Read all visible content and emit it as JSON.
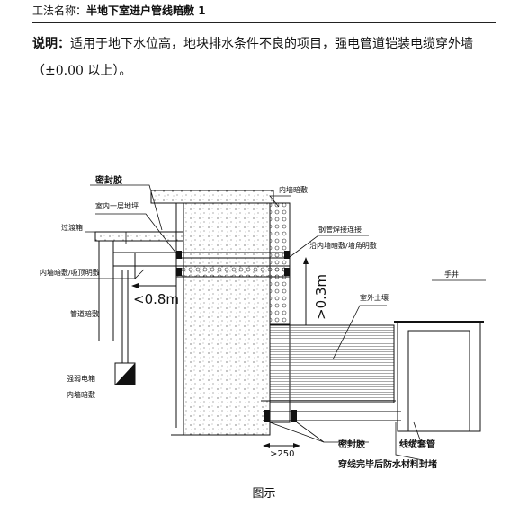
{
  "header": {
    "label": "工法名称：",
    "title": "半地下室进户管线暗敷 1"
  },
  "description": {
    "key": "说明：",
    "text": "适用于地下水位高，地块排水条件不良的项目，强电管道铠装电缆穿外墙（±0.00 以上）。"
  },
  "figure": {
    "labels": {
      "sealant_top": "密封胶",
      "indoor_slope": "室内一层地坪",
      "inner_wall_concealed": "内墙暗敷",
      "steel_pipe_weld": "钢管焊接连接",
      "along_inner_wall": "沿内墙暗敷/墙角明敷",
      "transition_box": "过渡箱",
      "inner_wall_ceiling": "内墙暗敷/吸顶明敷",
      "dim_08": "<0.8m",
      "dim_03": ">0.3m",
      "hand_well": "手井",
      "outdoor_soil": "室外土壤",
      "pipe_concealed": "管道暗敷",
      "strong_weak_box": "强弱电箱",
      "inner_wall_concealed_2": "内墙暗敷",
      "dim_250": ">250",
      "sealant_bottom": "密封胶",
      "cable_sleeve": "线缆套管",
      "seal_after": "穿线完毕后防水材料封堵"
    },
    "caption": "图示"
  },
  "colors": {
    "line": "#111111",
    "fill_wall": "#ffffff"
  }
}
